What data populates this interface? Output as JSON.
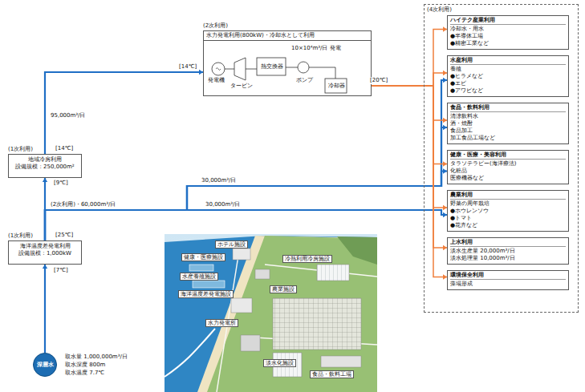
{
  "diagram": {
    "nodes": [
      {
        "text": [
          "(2次利用)",
          "水力発電利用(800kW)・冷却水として利用"
        ]
      },
      {
        "text": [
          "(1次利用)",
          "地域冷房利用",
          "設備規模 : 250,000m²"
        ]
      },
      {
        "text": [
          "(1次利用)",
          "海洋温度差発電利用",
          "設備規模 : 1,000kW"
        ]
      },
      {
        "text": [
          "深層水"
        ]
      },
      {
        "text": [
          "(4次利用)"
        ]
      },
      {
        "text": [
          "ハイテク産業利用",
          "冷却水・用水",
          "●半導体工場",
          "●精密工業など"
        ],
        "in": 4
      },
      {
        "text": [
          "水産利用",
          "養殖",
          "●ヒラメなど",
          "●エビ",
          "●アワビなど"
        ],
        "in": 4
      },
      {
        "text": [
          "食品・飲料利用",
          "清涼飲料水",
          "酒・焼酎",
          "食品加工",
          "加工食品工場など"
        ],
        "in": 4
      },
      {
        "text": [
          "健康・医療・美容利用",
          "タラソテラピー(海洋療法)",
          "化粧品",
          "医療機器など"
        ],
        "in": 4
      },
      {
        "text": [
          "農業利用",
          "野菜の周年栽培",
          "●ホウレンソウ",
          "●トマト",
          "●花卉など"
        ],
        "in": 4
      },
      {
        "text": [
          "上水利用",
          "淡水生産量 20,000m³/日",
          "淡水処理量 10,000m³/日"
        ],
        "in": 4
      },
      {
        "text": [
          "環境保全利用",
          "藻場形成"
        ],
        "in": 4
      },
      {
        "text": [
          "ホテル施設"
        ]
      },
      {
        "text": [
          "健康・医療施設"
        ]
      },
      {
        "text": [
          "冷熱利用冷房施設"
        ]
      },
      {
        "text": [
          "水産養殖施設"
        ]
      },
      {
        "text": [
          "海洋温度差発電施設"
        ]
      },
      {
        "text": [
          "農業施設"
        ]
      },
      {
        "text": [
          "水力発電所"
        ]
      },
      {
        "text": [
          "淡水化施設"
        ]
      },
      {
        "text": [
          "食品・飲料工場"
        ]
      }
    ],
    "edges": [
      {
        "from": 3,
        "to": 2,
        "arrow": "to"
      },
      {
        "from": 2,
        "to": 1,
        "arrow": "to"
      },
      {
        "from": 1,
        "to": 0,
        "label": "95,000m³/日",
        "arrow": "to"
      },
      {
        "from": 2,
        "to": 6,
        "label": "30,000m³/日",
        "arrow": "to"
      },
      {
        "from": 2,
        "to": 7,
        "arrow": "to"
      },
      {
        "from": 2,
        "to": 8,
        "arrow": "to"
      },
      {
        "from": 2,
        "to": 9,
        "label": "30,000m³/日",
        "arrow": "to"
      },
      {
        "from": 0,
        "to": 5,
        "arrow": "to"
      },
      {
        "from": 0,
        "to": 6,
        "arrow": "to"
      },
      {
        "from": 0,
        "to": 7,
        "arrow": "to"
      },
      {
        "from": 0,
        "to": 8,
        "arrow": "to"
      },
      {
        "from": 0,
        "to": 9,
        "arrow": "to"
      },
      {
        "from": 0,
        "to": 10,
        "arrow": "to"
      },
      {
        "from": 0,
        "to": 11,
        "arrow": "to"
      }
    ],
    "labels": [
      "取水量 1,000,000m³/日",
      "取水深度 800m",
      "取水温度 7.7℃",
      "[7℃]",
      "[25℃]",
      "[9℃]",
      "[14℃]",
      "(2次利用)・60,000m³/日",
      "[14℃]",
      "[20℃]",
      "発電機",
      "タービン",
      "熱交換器",
      "ポンプ",
      "冷却器",
      "10×10⁴m³/日 発電"
    ]
  }
}
